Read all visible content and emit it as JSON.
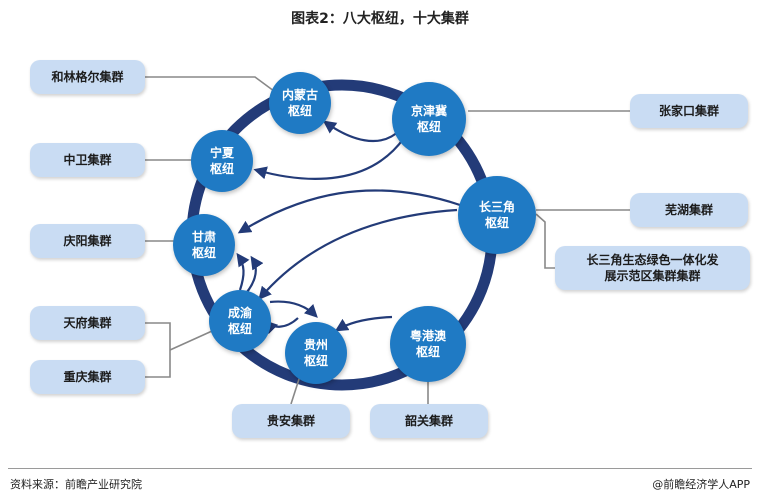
{
  "title": "图表2：八大枢纽，十大集群",
  "colors": {
    "ring": "#233b78",
    "node": "#1f7ac4",
    "arrow": "#233b78",
    "cluster_box": "#c9dcf3",
    "connector": "#888888"
  },
  "hubs": {
    "neimenggu": "内蒙古\n枢纽",
    "jingjinji": "京津冀\n枢纽",
    "ningxia": "宁夏\n枢纽",
    "changsanjiao": "长三角\n枢纽",
    "gansu": "甘肃\n枢纽",
    "chengyu": "成渝\n枢纽",
    "guizhou": "贵州\n枢纽",
    "yuegangao": "粤港澳\n枢纽"
  },
  "clusters": {
    "helingeer": "和林格尔集群",
    "zhangjiakou": "张家口集群",
    "zhongwei": "中卫集群",
    "wuhu": "芜湖集群",
    "qingyang": "庆阳集群",
    "yrd_demo_line1": "长三角生态绿色一体化发",
    "yrd_demo_line2": "展示范区集群集群",
    "tianfu": "天府集群",
    "chongqing": "重庆集群",
    "guian": "贵安集群",
    "shaoguan": "韶关集群"
  },
  "footer": {
    "source": "资料来源：前瞻产业研究院",
    "brand": "@前瞻经济学人APP"
  }
}
